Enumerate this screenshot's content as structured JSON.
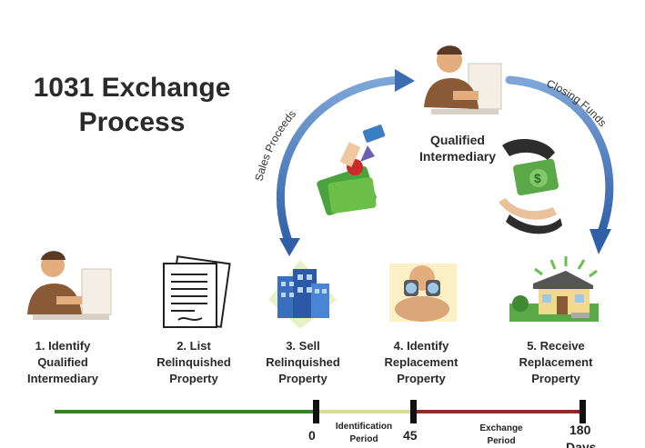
{
  "title": {
    "line1": "1031 Exchange",
    "line2": "Process"
  },
  "intermediary": {
    "line1": "Qualified",
    "line2": "Intermediary"
  },
  "arcs": {
    "left": "Sales Proceeds",
    "right": "Closing Funds"
  },
  "steps": [
    {
      "line1": "1. Identify",
      "line2": "Qualified",
      "line3": "Intermediary",
      "icon": "businessman-icon"
    },
    {
      "line1": "2. List",
      "line2": "Relinquished",
      "line3": "Property",
      "icon": "documents-icon"
    },
    {
      "line1": "3. Sell",
      "line2": "Relinquished",
      "line3": "Property",
      "icon": "buildings-icon"
    },
    {
      "line1": "4. Identify",
      "line2": "Replacement",
      "line3": "Property",
      "icon": "binoculars-icon"
    },
    {
      "line1": "5. Receive",
      "line2": "Replacement",
      "line3": "Property",
      "icon": "house-icon"
    }
  ],
  "timeline": {
    "marks": [
      "0",
      "45",
      "180"
    ],
    "end_unit": "Days",
    "period1": {
      "line1": "Identification",
      "line2": "Period"
    },
    "period2": {
      "line1": "Exchange",
      "line2": "Period"
    },
    "colors": {
      "pre": "#3e7d2f",
      "identification": "#d9d9a0",
      "exchange": "#8e2b2b"
    }
  }
}
